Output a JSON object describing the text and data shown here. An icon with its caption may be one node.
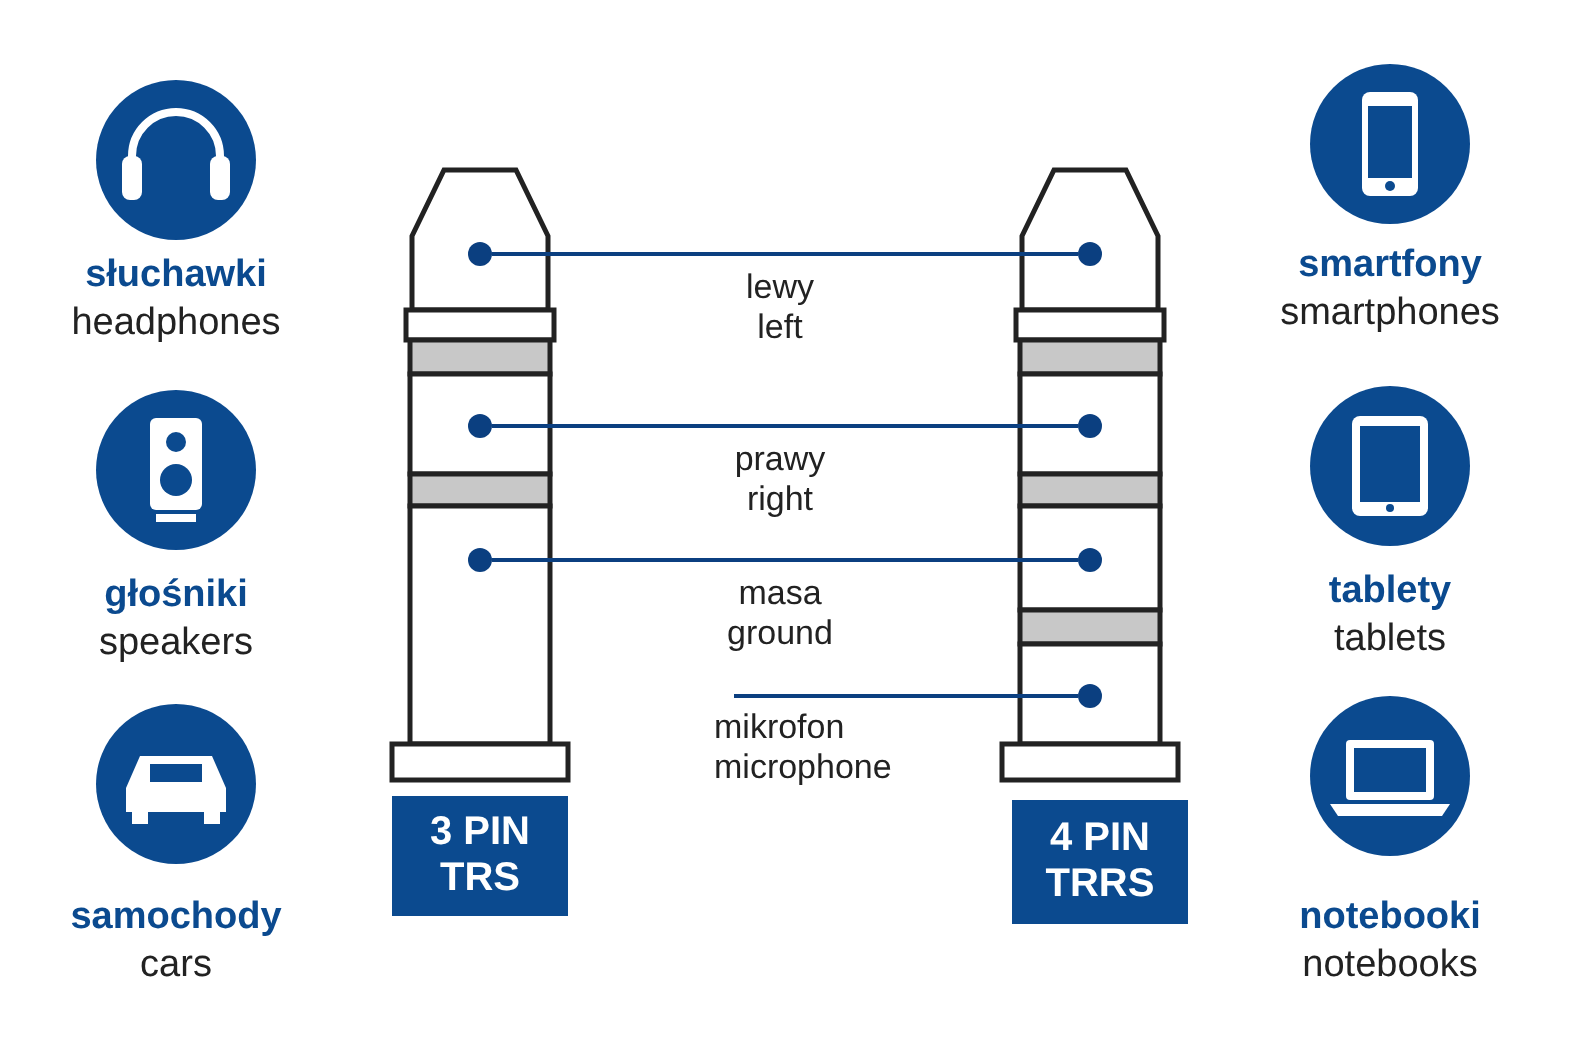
{
  "diagram": {
    "nodes": [
      {
        "text": [],
        "shape": "circle"
      },
      {
        "text": [],
        "shape": "circle"
      },
      {
        "text": [],
        "shape": "circle"
      },
      {
        "text": [],
        "shape": "circle"
      },
      {
        "text": [],
        "shape": "circle"
      },
      {
        "text": [],
        "shape": "circle"
      },
      {
        "text": [],
        "shape": "circle"
      },
      {
        "text": [
          "3 PIN TRS"
        ]
      },
      {
        "text": [
          "4 PIN TRRS"
        ]
      }
    ],
    "edges": [
      {
        "from": 0,
        "to": 3,
        "arrow": "none",
        "label": "lewy left"
      },
      {
        "from": 1,
        "to": 4,
        "arrow": "none",
        "label": "prawy right"
      },
      {
        "from": 2,
        "to": 5,
        "arrow": "none",
        "label": "masa ground"
      },
      {
        "from": null,
        "to": 6,
        "arrow": "none",
        "label": "mikrofon microphone"
      }
    ],
    "labels": [
      "słuchawki",
      "headphones",
      "smartfony",
      "smartphones",
      "głośniki",
      "speakers",
      "tablety",
      "tablets",
      "samochody",
      "cars",
      "notebooki",
      "notebooks"
    ]
  }
}
